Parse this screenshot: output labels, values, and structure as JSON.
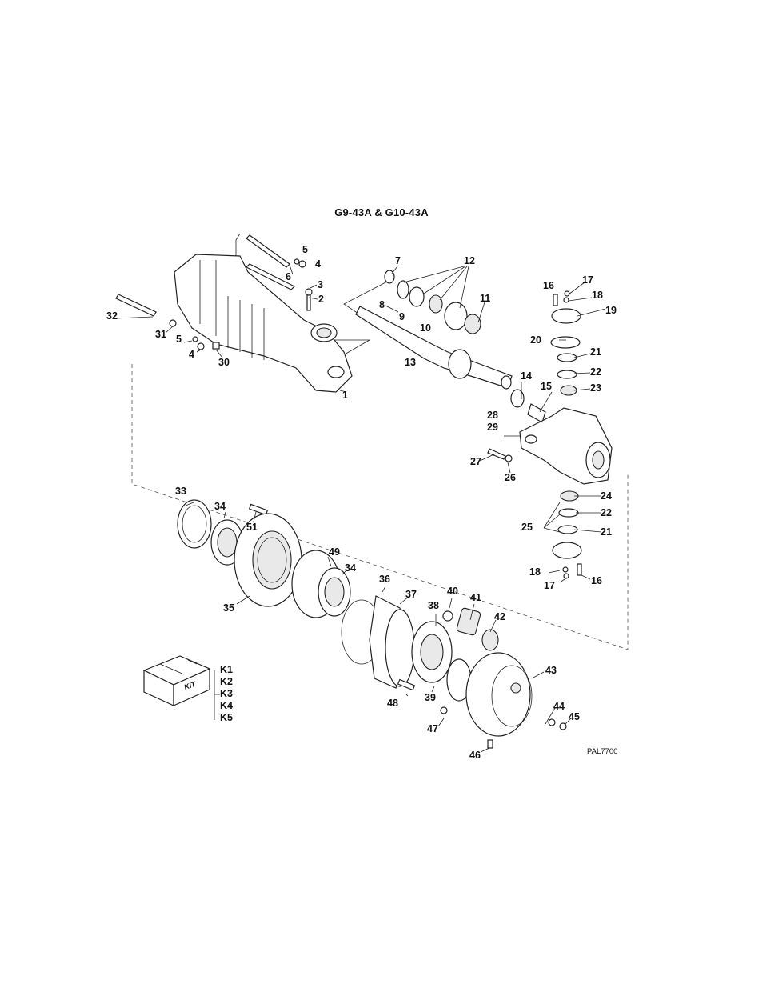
{
  "title": "G9-43A & G10-43A",
  "figure_id": "PAL7700",
  "kit_box_label": "KIT",
  "kit_items": [
    "K1",
    "K2",
    "K3",
    "K4",
    "K5"
  ],
  "callouts": {
    "c1": "1",
    "c2": "2",
    "c3": "3",
    "c4a": "4",
    "c4b": "4",
    "c5a": "5",
    "c5b": "5",
    "c6": "6",
    "c7": "7",
    "c8": "8",
    "c9": "9",
    "c10": "10",
    "c11": "11",
    "c12": "12",
    "c13": "13",
    "c14": "14",
    "c15": "15",
    "c16a": "16",
    "c16b": "16",
    "c17a": "17",
    "c17b": "17",
    "c18a": "18",
    "c18b": "18",
    "c19": "19",
    "c20": "20",
    "c21a": "21",
    "c21b": "21",
    "c22a": "22",
    "c22b": "22",
    "c23": "23",
    "c24": "24",
    "c25": "25",
    "c26": "26",
    "c27": "27",
    "c28": "28",
    "c29": "29",
    "c30": "30",
    "c31": "31",
    "c32": "32",
    "c33": "33",
    "c34a": "34",
    "c34b": "34",
    "c35": "35",
    "c36": "36",
    "c37": "37",
    "c38": "38",
    "c39": "39",
    "c40": "40",
    "c41": "41",
    "c42": "42",
    "c43": "43",
    "c44": "44",
    "c45": "45",
    "c46": "46",
    "c47": "47",
    "c48": "48",
    "c49": "49",
    "c51": "51"
  }
}
